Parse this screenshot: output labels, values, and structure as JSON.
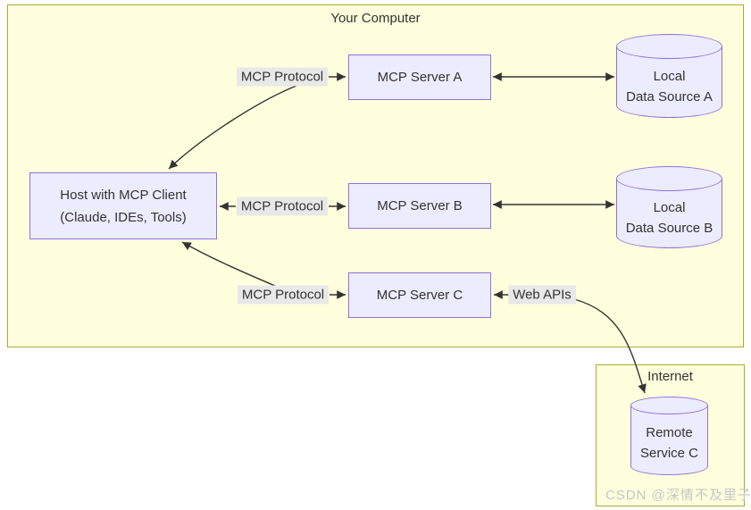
{
  "colors": {
    "canvas_bg": "#ffffff",
    "cluster_fill": "#ffffde",
    "cluster_border": "#aaaa33",
    "node_fill": "#ececff",
    "node_border": "#9370db",
    "edge_label_bg": "#e8e8e8",
    "edge_color": "#333333",
    "text_color": "#333333",
    "watermark_color": "#c6c6c6"
  },
  "clusters": {
    "your_computer": {
      "label": "Your Computer"
    },
    "internet": {
      "label": "Internet"
    }
  },
  "nodes": {
    "host": {
      "line1": "Host with MCP Client",
      "line2": "(Claude, IDEs, Tools)"
    },
    "server_a": {
      "label": "MCP Server A"
    },
    "server_b": {
      "label": "MCP Server B"
    },
    "server_c": {
      "label": "MCP Server C"
    },
    "ds_a": {
      "line1": "Local",
      "line2": "Data Source A"
    },
    "ds_b": {
      "line1": "Local",
      "line2": "Data Source B"
    },
    "remote_c": {
      "line1": "Remote",
      "line2": "Service C"
    }
  },
  "edge_labels": {
    "mcp_a": "MCP Protocol",
    "mcp_b": "MCP Protocol",
    "mcp_c": "MCP Protocol",
    "web_apis": "Web APIs"
  },
  "watermark": "CSDN @深情不及里子"
}
